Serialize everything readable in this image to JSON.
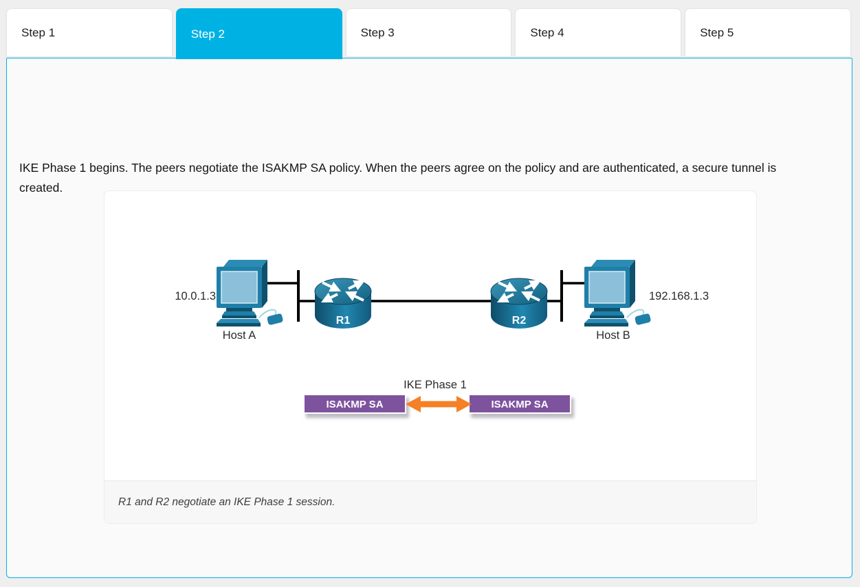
{
  "tabs": [
    {
      "label": "Step 1",
      "active": false
    },
    {
      "label": "Step 2",
      "active": true
    },
    {
      "label": "Step 3",
      "active": false
    },
    {
      "label": "Step 4",
      "active": false
    },
    {
      "label": "Step 5",
      "active": false
    }
  ],
  "content": {
    "description": "IKE Phase 1 begins. The peers negotiate the ISAKMP SA policy. When the peers agree on the policy and are authenticated, a secure tunnel is created."
  },
  "figure": {
    "diagram": {
      "host_a": {
        "label": "Host A",
        "ip": "10.0.1.3"
      },
      "host_b": {
        "label": "Host B",
        "ip": "192.168.1.3"
      },
      "router_1": {
        "label": "R1"
      },
      "router_2": {
        "label": "R2"
      },
      "phase_label": "IKE Phase 1",
      "sa_left": "ISAKMP SA",
      "sa_right": "ISAKMP SA"
    },
    "caption": "R1 and R2 negotiate an IKE Phase 1 session."
  },
  "colors": {
    "accent_cyan": "#00b2e3",
    "sa_box_purple": "#7d529e",
    "arrow_orange": "#f58025",
    "device_teal": "#1f7fa8",
    "page_background": "#efefef"
  }
}
